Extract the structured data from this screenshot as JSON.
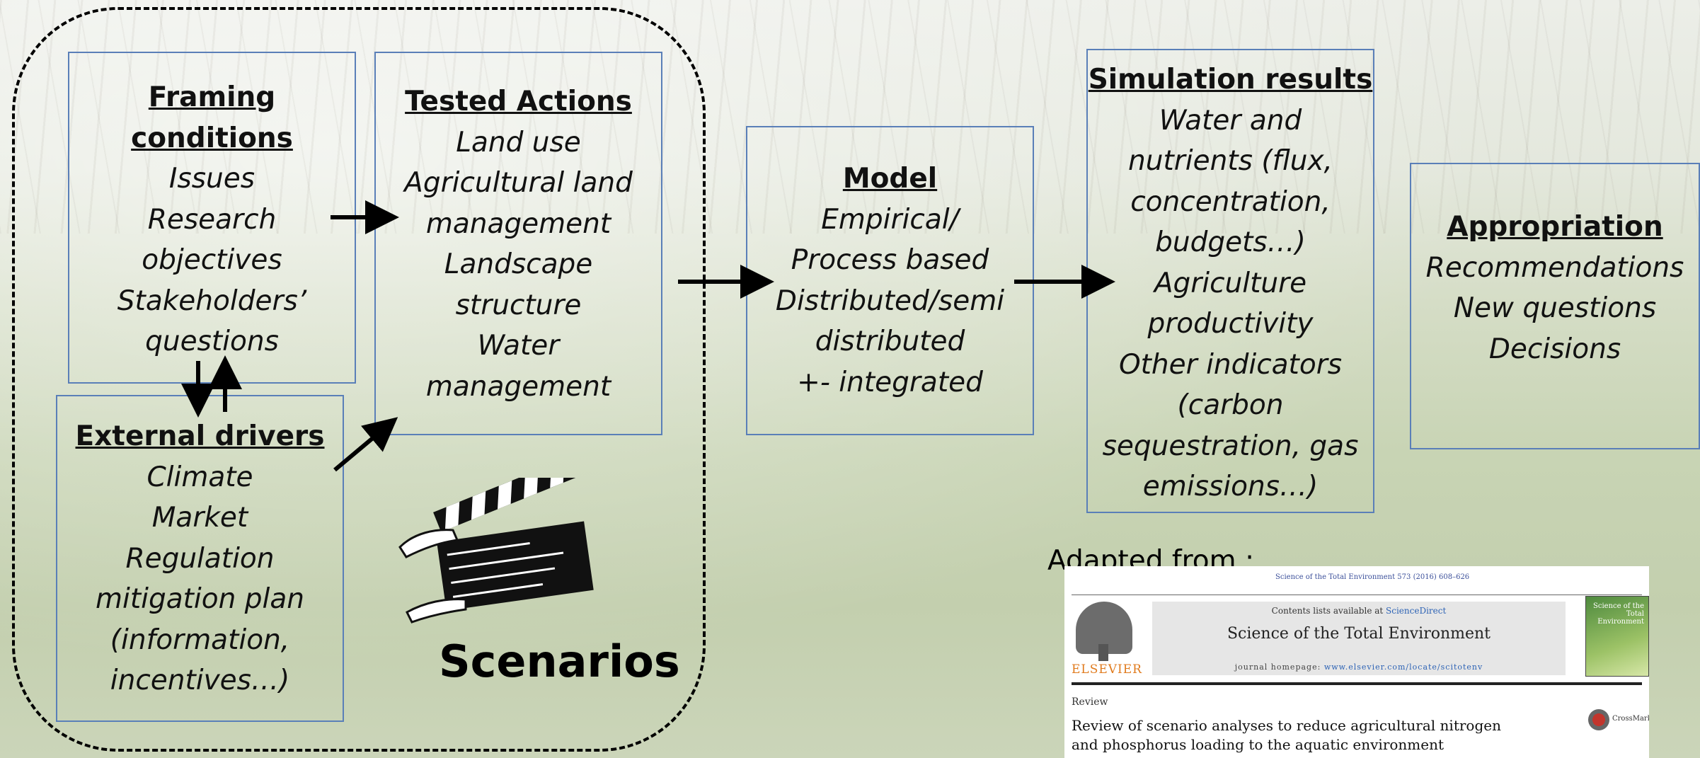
{
  "boxes": {
    "framing": {
      "heading": [
        "Framing",
        "conditions"
      ],
      "lines": [
        "Issues",
        "Research",
        "objectives",
        "Stakeholders’",
        "questions"
      ]
    },
    "tested": {
      "heading": [
        "Tested Actions"
      ],
      "lines": [
        "Land use",
        "Agricultural land",
        "management",
        "Landscape",
        "structure",
        "Water",
        "management"
      ]
    },
    "external": {
      "heading": [
        "External drivers"
      ],
      "lines": [
        "Climate",
        "Market",
        "Regulation",
        "mitigation plan",
        "(information,",
        "incentives…)"
      ]
    },
    "model": {
      "heading": [
        "Model"
      ],
      "lines": [
        "Empirical/",
        "Process based",
        "Distributed/semi",
        "distributed",
        "+- integrated"
      ]
    },
    "results": {
      "heading": [
        "Simulation results"
      ],
      "lines": [
        "Water and",
        "nutrients (flux,",
        "concentration,",
        "budgets…)",
        "Agriculture",
        "productivity",
        "Other indicators",
        "(carbon",
        "sequestration, gas",
        "emissions…)"
      ]
    },
    "appropriation": {
      "heading": [
        "Appropriation"
      ],
      "lines": [
        "Recommendations",
        "New questions",
        "Decisions"
      ]
    }
  },
  "scenarios_label": "Scenarios",
  "adapted_from": "Adapted from :",
  "paper": {
    "citation": "Science of the Total Environment 573 (2016) 608–626",
    "contents_prefix": "Contents lists available at ",
    "contents_link": "ScienceDirect",
    "journal": "Science of the Total Environment",
    "homepage_prefix": "journal homepage: ",
    "homepage_url": "www.elsevier.com/locate/scitotenv",
    "publisher": "ELSEVIER",
    "cover_title": "Science of the Total Environment",
    "article_type": "Review",
    "title": "Review of scenario analyses to reduce agricultural nitrogen and phosphorus loading to the aquatic environment",
    "crossmark": "CrossMark"
  },
  "colors": {
    "box_border": "#5a7fb8",
    "arrow": "#000000",
    "dashed_border": "#000000"
  }
}
